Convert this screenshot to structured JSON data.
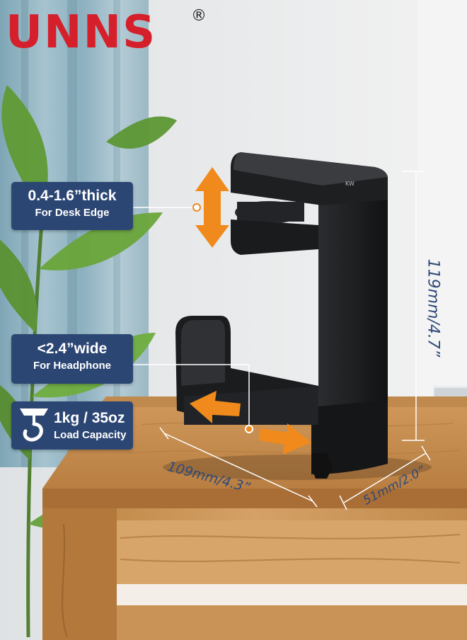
{
  "brand": {
    "name": "UNNS",
    "registered_mark": "®",
    "color": "#d51f2a"
  },
  "callouts": {
    "thickness": {
      "main": "0.4-1.6”thick",
      "sub": "For Desk Edge"
    },
    "width": {
      "main": "<2.4”wide",
      "sub": "For Headphone"
    },
    "capacity": {
      "main": "1kg / 35oz",
      "sub": "Load Capacity",
      "icon": "hook-icon"
    }
  },
  "dimensions": {
    "height": "119mm/4.7”",
    "length": "109mm/4.3”",
    "depth": "51mm/2.0”"
  },
  "colors": {
    "callout_bg": "#2c4674",
    "arrow": "#f08a1c",
    "dimension_text": "#2f4a79"
  }
}
